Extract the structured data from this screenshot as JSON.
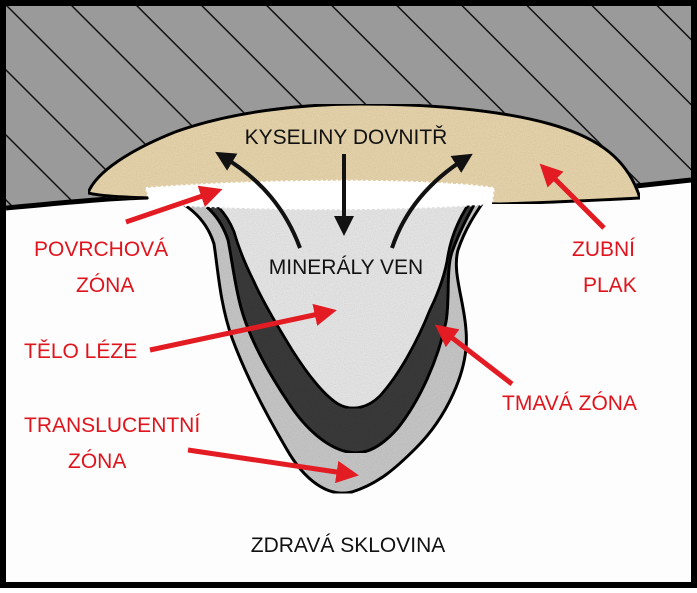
{
  "labels": {
    "acids_in": "KYSELINY DOVNITŘ",
    "minerals_out": "MINERÁLY VEN",
    "surface_zone_line1": "POVRCHOVÁ",
    "surface_zone_line2": "ZÓNA",
    "dental_plaque_line1": "ZUBNÍ",
    "dental_plaque_line2": "PLAK",
    "lesion_body": "TĚLO LÉZE",
    "dark_zone": "TMAVÁ ZÓNA",
    "translucent_zone_line1": "TRANSLUCENTNÍ",
    "translucent_zone_line2": "ZÓNA",
    "healthy_enamel": "ZDRAVÁ SKLOVINA"
  },
  "colors": {
    "label_red": "#e0141c",
    "label_black": "#111111",
    "arrow_red": "#e31b23",
    "plaque": "#e9d6ad",
    "saliva_area": "#9a9a9a",
    "dark_zone": "#3a3a3a",
    "lesion_body": "#e6e6e6",
    "translucent_zone": "#c8c8c8",
    "enamel": "#ffffff",
    "frame": "#000000"
  }
}
